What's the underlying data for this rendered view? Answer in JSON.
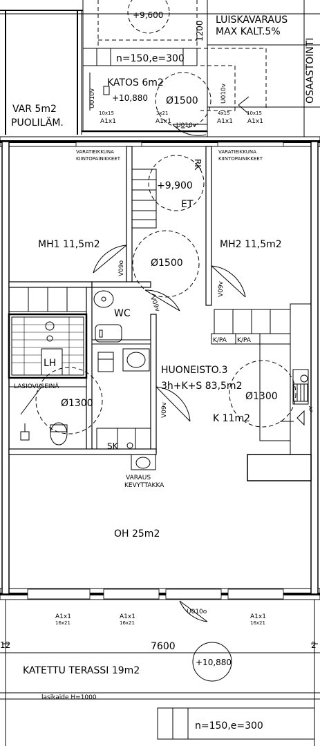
{
  "labels": {
    "level_top": "+9,600",
    "luiskavaraus_1": "LUISKAVARAUS",
    "luiskavaraus_2": "MAX KALT.5%",
    "dim_1200": "1200",
    "osaastointi": "OSAASTOINTI",
    "stair_top": "n=150,e=300",
    "katos": "KATOS  6m2",
    "level_katos": "+10,880",
    "circle_katos": "Ø1500",
    "u010v_a": "U010v",
    "u010v_b": "U010v",
    "u010v_c": "U010v",
    "win_10x15_a": "10x15",
    "win_a1x1_a": "A1x1",
    "win_3x21": "3x21",
    "win_a1x1_b": "A1x1",
    "win_4x15": "4x15",
    "win_a1x1_c": "A1x1",
    "win_10x15_b": "10x15",
    "win_a1x1_d": "A1x1",
    "var": "VAR  5m2",
    "puolilam": "PUOLILÄM.",
    "varatie_l1": "VARATIEIKKUNA",
    "varatie_l2": "KIINTOPAINIKKEET",
    "varatie_r1": "VARATIEIKKUNA",
    "varatie_r2": "KIINTOPAINIKKEET",
    "rk": "RK",
    "level_et": "+9,900",
    "et": "ET",
    "mh1": "MH1  11,5m2",
    "mh2": "MH2  11,5m2",
    "circle_et": "Ø1500",
    "v09o_a": "V09o",
    "v09v_a": "V09v",
    "v09v_b": "V09v",
    "wc": "WC",
    "lh": "LH",
    "kpa_1": "K/PA",
    "kpa_2": "K/PA",
    "huoneisto": "HUONEISTO.3",
    "huoneisto_size": "3h+K+S  83,5m2",
    "lasovi": "LASIOVI/SEINÄ",
    "circle_pesu": "Ø1300",
    "circle_keittio": "Ø1300",
    "v09v_c": "V09v",
    "k_room": "K  11m2",
    "ap": "AP",
    "sk": "SK",
    "varaus": "VARAUS",
    "kevyttakka": "KEVYTTAKKA",
    "oh": "OH  25m2",
    "win_b_1a": "A1x1",
    "win_b_1b": "16x21",
    "win_b_2a": "A1x1",
    "win_b_2b": "16x21",
    "u010o": "U010o",
    "win_b_3a": "A1x1",
    "win_b_3b": "16x21",
    "dim_7600": "7600",
    "grid_12": "12",
    "grid_2": "2",
    "level_terrace": "+10,880",
    "terrace": "KATETTU  TERASSI  19m2",
    "lasikaide": "lasikaide  H=1000",
    "stair_bottom": "n=150,e=300"
  }
}
